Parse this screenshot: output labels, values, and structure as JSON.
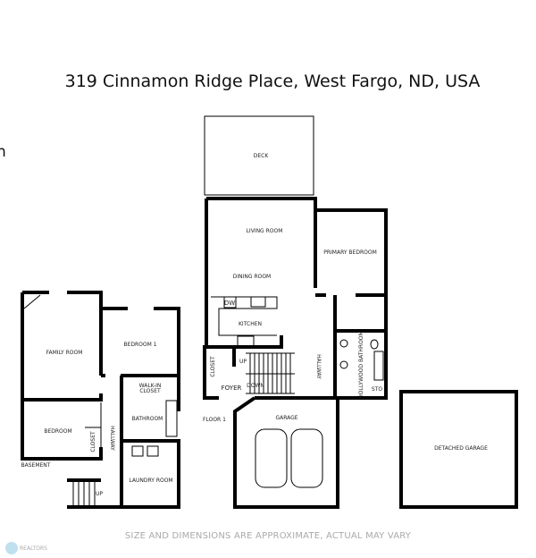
{
  "title": "319 Cinnamon Ridge Place, West Fargo, ND, USA",
  "cut_text": "n",
  "disclaimer": "SIZE AND DIMENSIONS ARE APPROXIMATE, ACTUAL MAY VARY",
  "logo_text": "REALTORS",
  "floor1": {
    "label": "FLOOR 1",
    "rooms": {
      "deck": "DECK",
      "living": "LIVING ROOM",
      "dining": "DINING ROOM",
      "primary_bedroom": "PRIMARY BEDROOM",
      "kitchen": "KITCHEN",
      "dw": "DW",
      "closet": "CLOSET",
      "foyer": "FOYER",
      "up": "UP",
      "down": "DOWN",
      "hallway": "HALLWAY",
      "hollywood_bathroom": "HOLLYWOOD BATHROOM",
      "sto": "STO",
      "garage": "GARAGE"
    }
  },
  "detached_garage": "DETACHED GARAGE",
  "basement": {
    "label": "BASEMENT",
    "rooms": {
      "family": "FAMILY ROOM",
      "bedroom1": "BEDROOM 1",
      "walkin": "WALK-IN",
      "walkin2": "CLOSET",
      "bathroom": "BATHROOM",
      "bedroom": "BEDROOM",
      "closet": "CLOSET",
      "hallway": "HALLWAY",
      "laundry": "LAUNDRY ROOM",
      "up": "UP"
    }
  }
}
